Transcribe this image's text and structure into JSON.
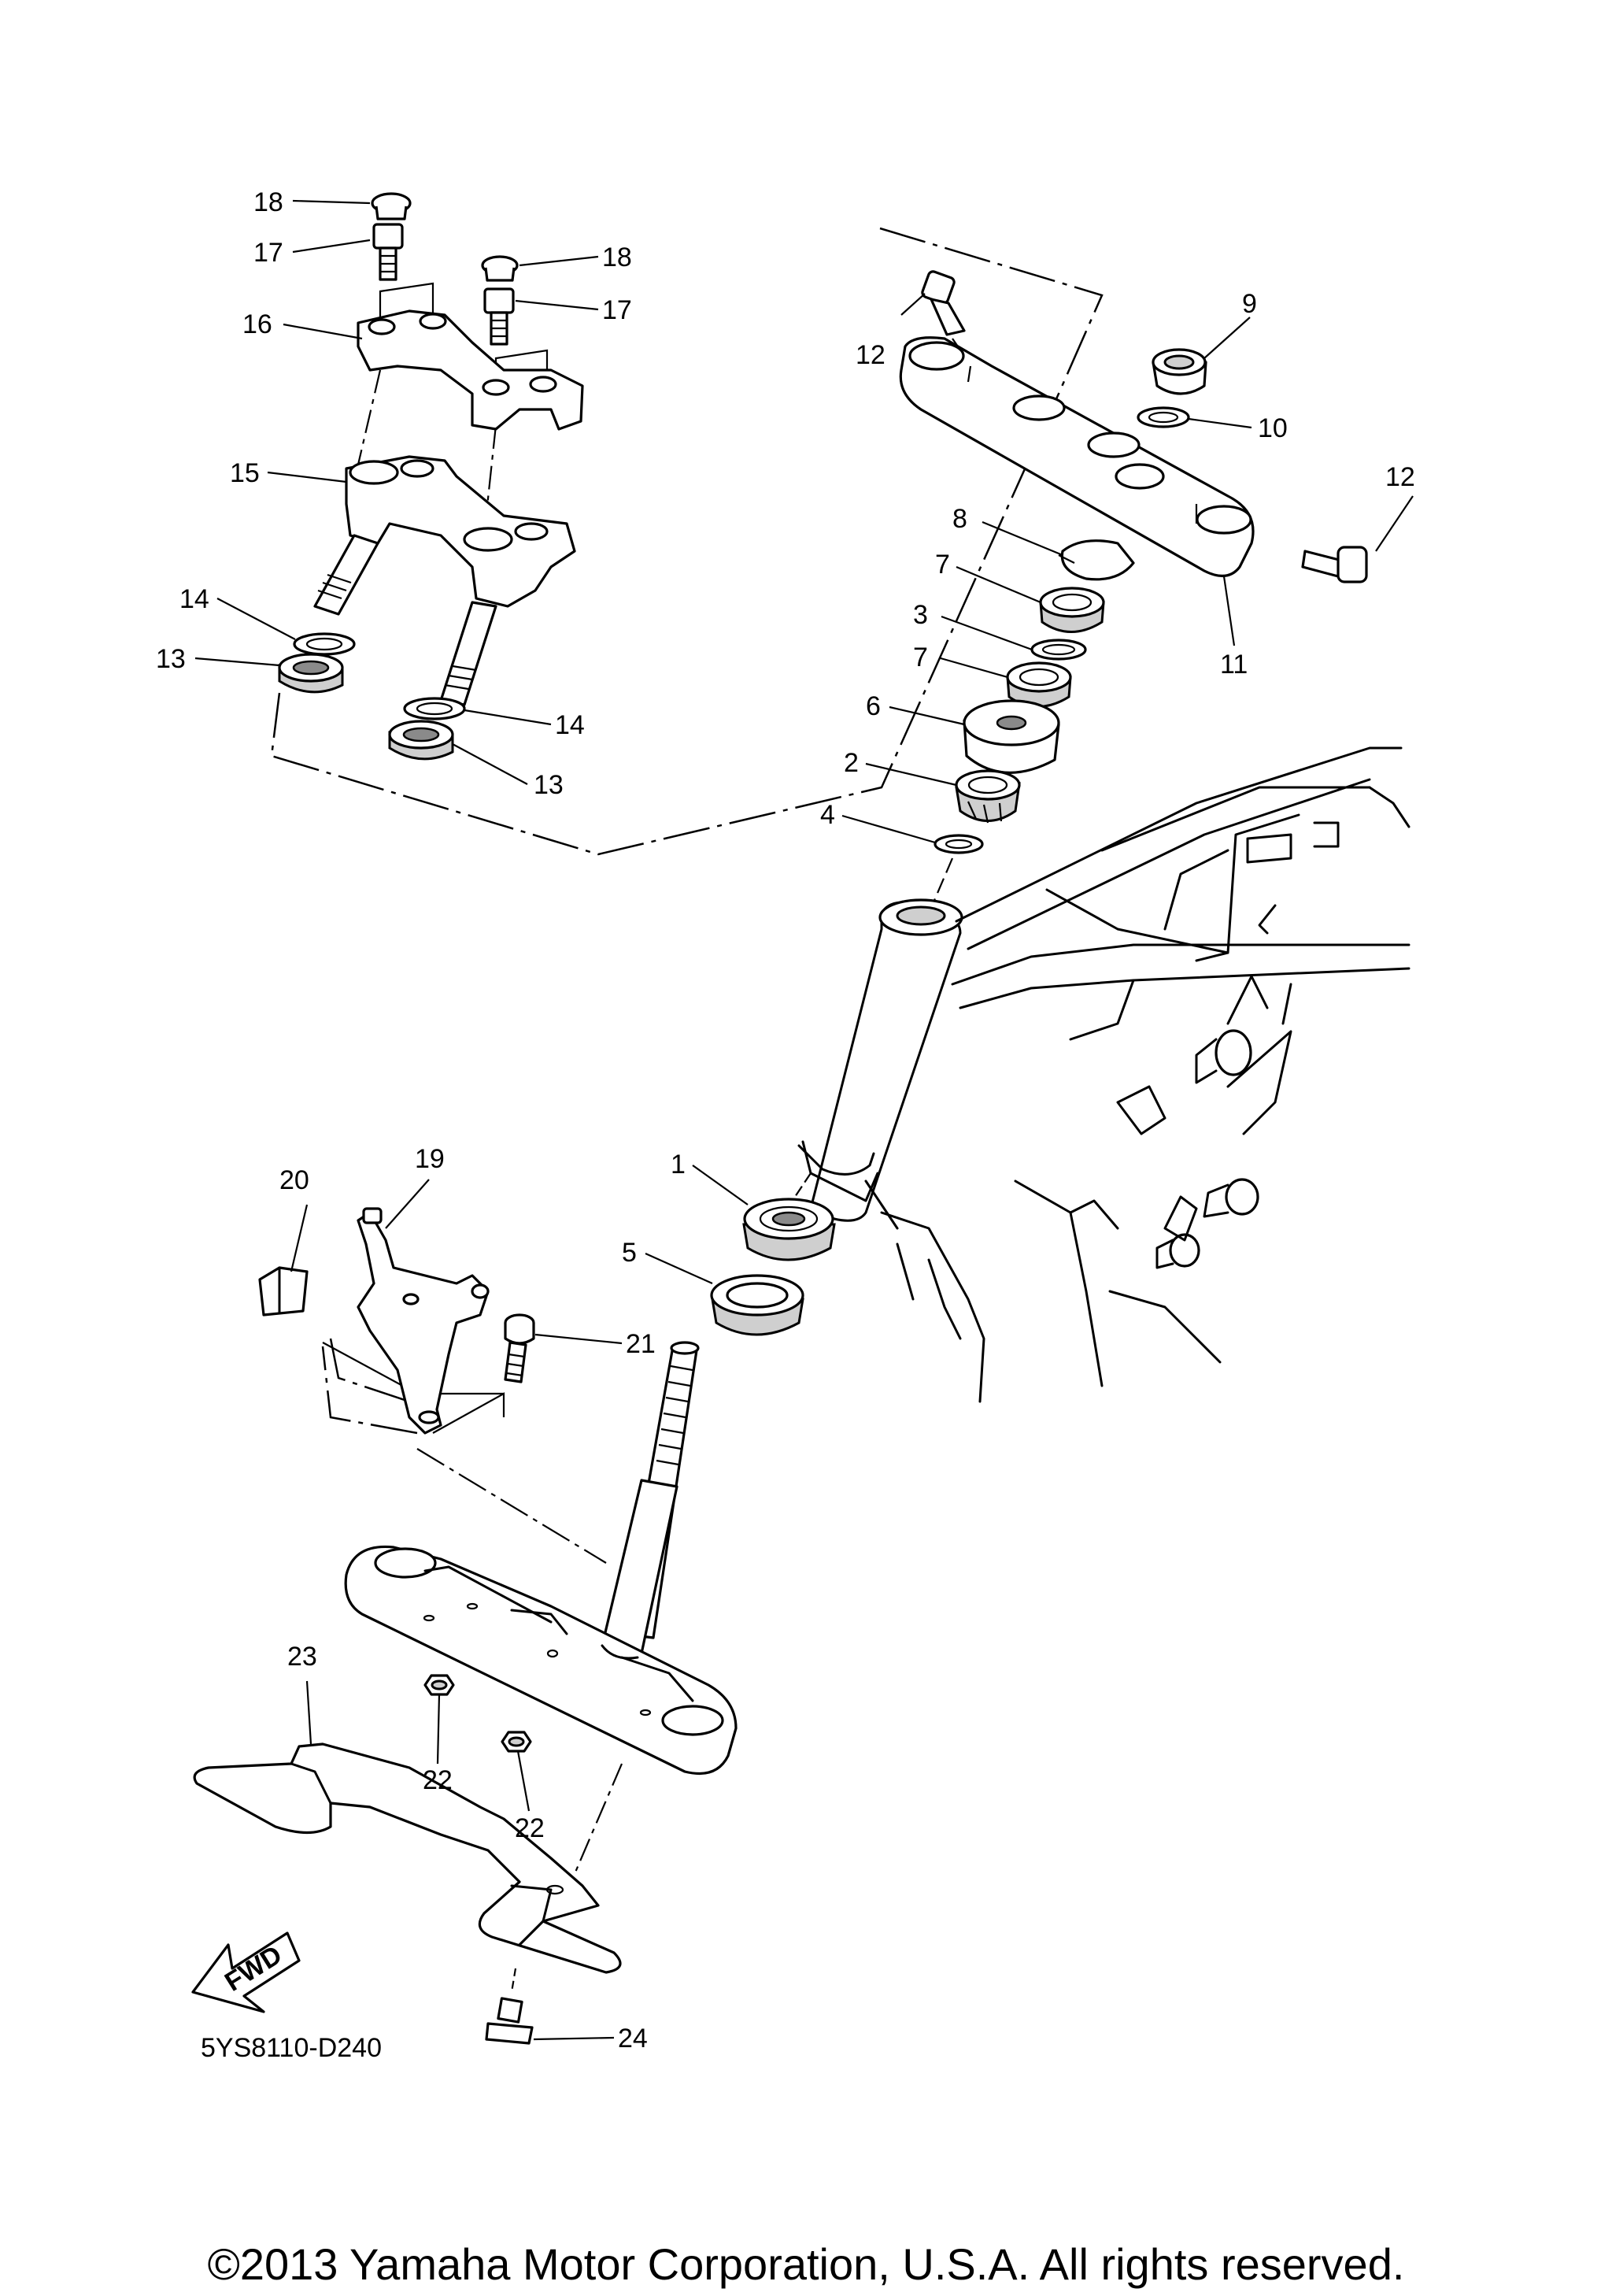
{
  "callouts": [
    {
      "id": "c18a",
      "text": "18"
    },
    {
      "id": "c17a",
      "text": "17"
    },
    {
      "id": "c18b",
      "text": "18"
    },
    {
      "id": "c17b",
      "text": "17"
    },
    {
      "id": "c16",
      "text": "16"
    },
    {
      "id": "c15",
      "text": "15"
    },
    {
      "id": "c14a",
      "text": "14"
    },
    {
      "id": "c13a",
      "text": "13"
    },
    {
      "id": "c14b",
      "text": "14"
    },
    {
      "id": "c13b",
      "text": "13"
    },
    {
      "id": "c12a",
      "text": "12"
    },
    {
      "id": "c9",
      "text": "9"
    },
    {
      "id": "c10",
      "text": "10"
    },
    {
      "id": "c12b",
      "text": "12"
    },
    {
      "id": "c8",
      "text": "8"
    },
    {
      "id": "c7a",
      "text": "7"
    },
    {
      "id": "c3",
      "text": "3"
    },
    {
      "id": "c7b",
      "text": "7"
    },
    {
      "id": "c11",
      "text": "11"
    },
    {
      "id": "c6",
      "text": "6"
    },
    {
      "id": "c2",
      "text": "2"
    },
    {
      "id": "c4",
      "text": "4"
    },
    {
      "id": "c1",
      "text": "1"
    },
    {
      "id": "c5",
      "text": "5"
    },
    {
      "id": "c20",
      "text": "20"
    },
    {
      "id": "c19",
      "text": "19"
    },
    {
      "id": "c21",
      "text": "21"
    },
    {
      "id": "c23",
      "text": "23"
    },
    {
      "id": "c22a",
      "text": "22"
    },
    {
      "id": "c22b",
      "text": "22"
    },
    {
      "id": "c24",
      "text": "24"
    }
  ],
  "fwd_label": "FWD",
  "diagram_code": "5YS8110-D240",
  "copyright": "©2013 Yamaha Motor Corporation, U.S.A. All rights reserved."
}
